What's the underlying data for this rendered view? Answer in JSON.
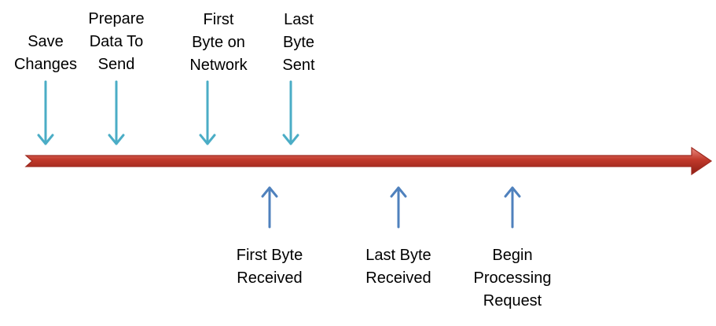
{
  "colors": {
    "timeline": "#c0392b",
    "timeline_dark": "#8e1f15",
    "timeline_light": "#e98a80",
    "top_arrow": "#4badc6",
    "bottom_arrow": "#4f81bd"
  },
  "top_events": [
    {
      "lines": [
        "Save",
        "Changes"
      ]
    },
    {
      "lines": [
        "Prepare",
        "Data To",
        "Send"
      ]
    },
    {
      "lines": [
        "First",
        "Byte on",
        "Network"
      ]
    },
    {
      "lines": [
        "Last",
        "Byte",
        "Sent"
      ]
    }
  ],
  "bottom_events": [
    {
      "lines": [
        "First Byte",
        "Received"
      ]
    },
    {
      "lines": [
        "Last Byte",
        "Received"
      ]
    },
    {
      "lines": [
        "Begin",
        "Processing",
        "Request"
      ]
    }
  ]
}
